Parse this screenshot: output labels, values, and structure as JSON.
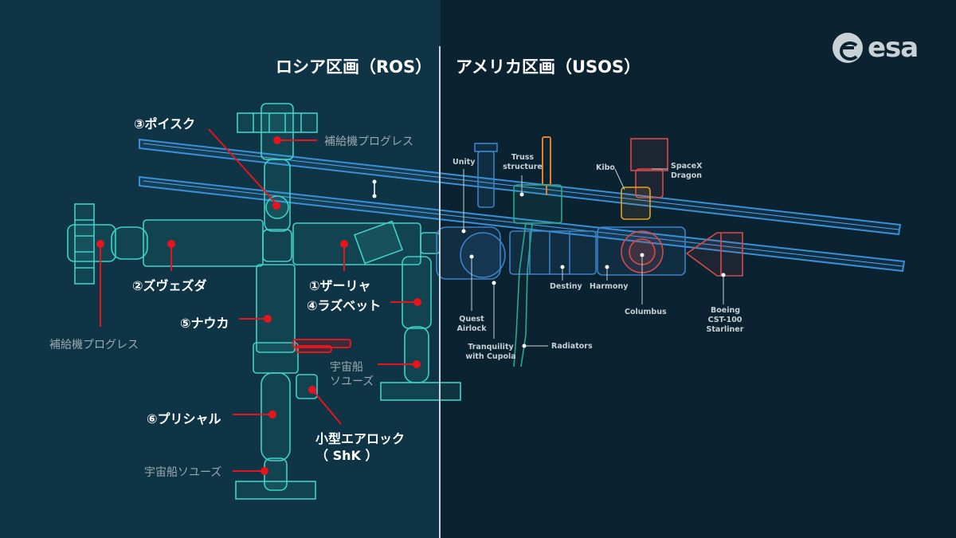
{
  "logo": {
    "text": "esa"
  },
  "sections": {
    "ros_title": "ロシア区画（ROS）",
    "usos_title": "アメリカ区画（USOS）"
  },
  "ros_labels": {
    "poisk": "③ポイスク",
    "zvezda": "②ズヴェズダ",
    "zarya": "①ザーリャ",
    "rassvet": "④ラズベット",
    "nauka": "⑤ナウカ",
    "prichal": "⑥プリシャル",
    "shk_line1": "小型エアロック",
    "shk_line2": "（ ShK ）"
  },
  "ros_vehicle_labels": {
    "progress_top": "補給機プログレス",
    "progress_left": "補給機プログレス",
    "soyuz_right_line1": "宇宙船",
    "soyuz_right_line2": "ソユーズ",
    "soyuz_bottom": "宇宙船ソユーズ"
  },
  "usos_labels": {
    "unity": "Unity",
    "truss_line1": "Truss",
    "truss_line2": "structure",
    "kibo": "Kibo",
    "spacex_line1": "SpaceX",
    "spacex_line2": "Dragon",
    "quest_line1": "Quest",
    "quest_line2": "Airlock",
    "tranquility_line1": "Tranquility",
    "tranquility_line2": "with Cupola",
    "radiators": "Radiators",
    "destiny": "Destiny",
    "harmony": "Harmony",
    "columbus": "Columbus",
    "boeing_line1": "Boeing",
    "boeing_line2": "CST-100",
    "boeing_line3": "Starliner"
  },
  "colors": {
    "left_bg": "#0e3445",
    "right_bg": "#0b2230",
    "ros_module": "#3fd1c8",
    "usos_module": "#3c82c8",
    "solar_array": "#3a8fd6",
    "marker": "#e8141c",
    "kibo_accent": "#e6a023",
    "arm_orange": "#e87d2a",
    "radiator_green": "#2fa888"
  }
}
